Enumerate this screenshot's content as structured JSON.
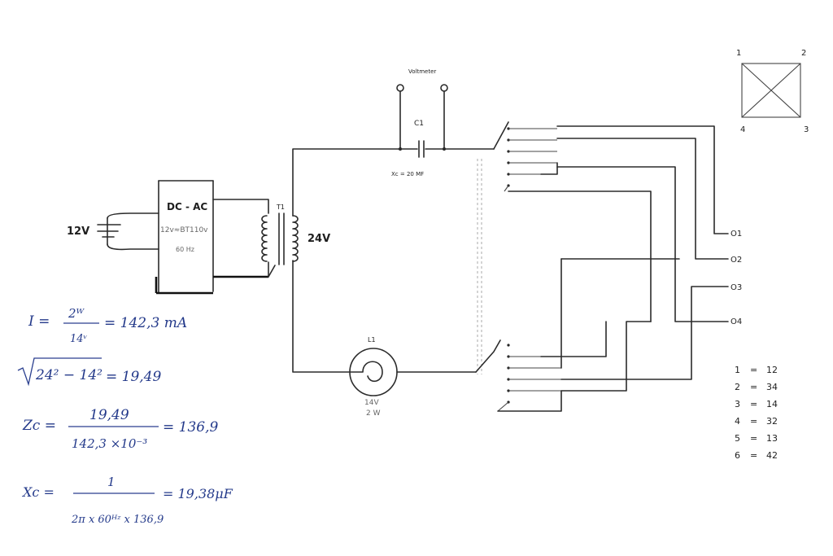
{
  "labels": {
    "voltmeter": "Voltmeter",
    "capacitor": "C1",
    "capacitor_value": "Xc = 20 MF",
    "transformer": "T1",
    "secondary_voltage": "24V",
    "battery_voltage": "12V",
    "inverter_title": "DC - AC",
    "inverter_spec1": "12v≈BT110v",
    "inverter_spec2": "60 Hz",
    "lamp": "L1",
    "lamp_voltage": "14V",
    "lamp_power": "2 W"
  },
  "connector": {
    "pins": [
      "1",
      "2",
      "4",
      "3"
    ]
  },
  "outputs": [
    "O1",
    "O2",
    "O3",
    "O4"
  ],
  "switch_positions": [
    "1",
    "2",
    "3",
    "4",
    "5",
    "6"
  ],
  "pair_list": [
    {
      "n": "1",
      "eq": "=",
      "v": "12"
    },
    {
      "n": "2",
      "eq": "=",
      "v": "34"
    },
    {
      "n": "3",
      "eq": "=",
      "v": "14"
    },
    {
      "n": "4",
      "eq": "=",
      "v": "32"
    },
    {
      "n": "5",
      "eq": "=",
      "v": "13"
    },
    {
      "n": "6",
      "eq": "=",
      "v": "42"
    }
  ],
  "formulas": {
    "current_lhs": "I =",
    "current_num": "2ᵂ",
    "current_den": "14ᵛ",
    "current_rhs": "= 142,3 mA",
    "sqrt_expr": "24² − 14²",
    "sqrt_rhs": "= 19,49",
    "zc_lhs": "Zc =",
    "zc_num": "19,49",
    "zc_den": "142,3 ×10⁻³",
    "zc_rhs": "= 136,9",
    "xc_lhs": "Xc =",
    "xc_num": "1",
    "xc_den": "2π x 60ᴴᶻ x 136,9",
    "xc_rhs": "= 19,38μF"
  }
}
